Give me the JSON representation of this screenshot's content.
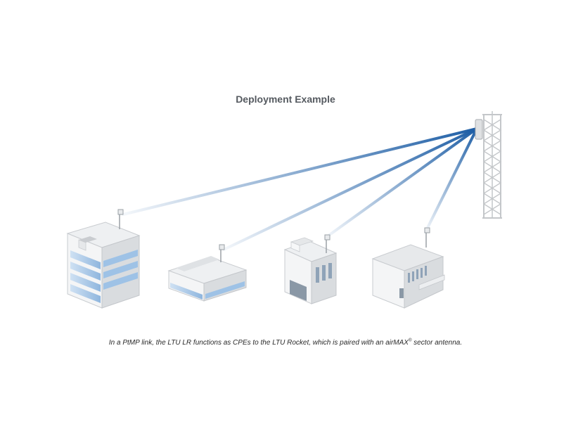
{
  "title": "Deployment Example",
  "caption_before": "In a PtMP link, the LTU LR functions as CPEs to the LTU Rocket, which is paired with an airMAX",
  "caption_reg": "®",
  "caption_after": " sector antenna.",
  "colors": {
    "link": "#1f5fa6",
    "glass": "#a9c9e8",
    "wall_light": "#f2f3f4",
    "wall_shade": "#d3d6d9",
    "tower": "#c4c7ca"
  }
}
